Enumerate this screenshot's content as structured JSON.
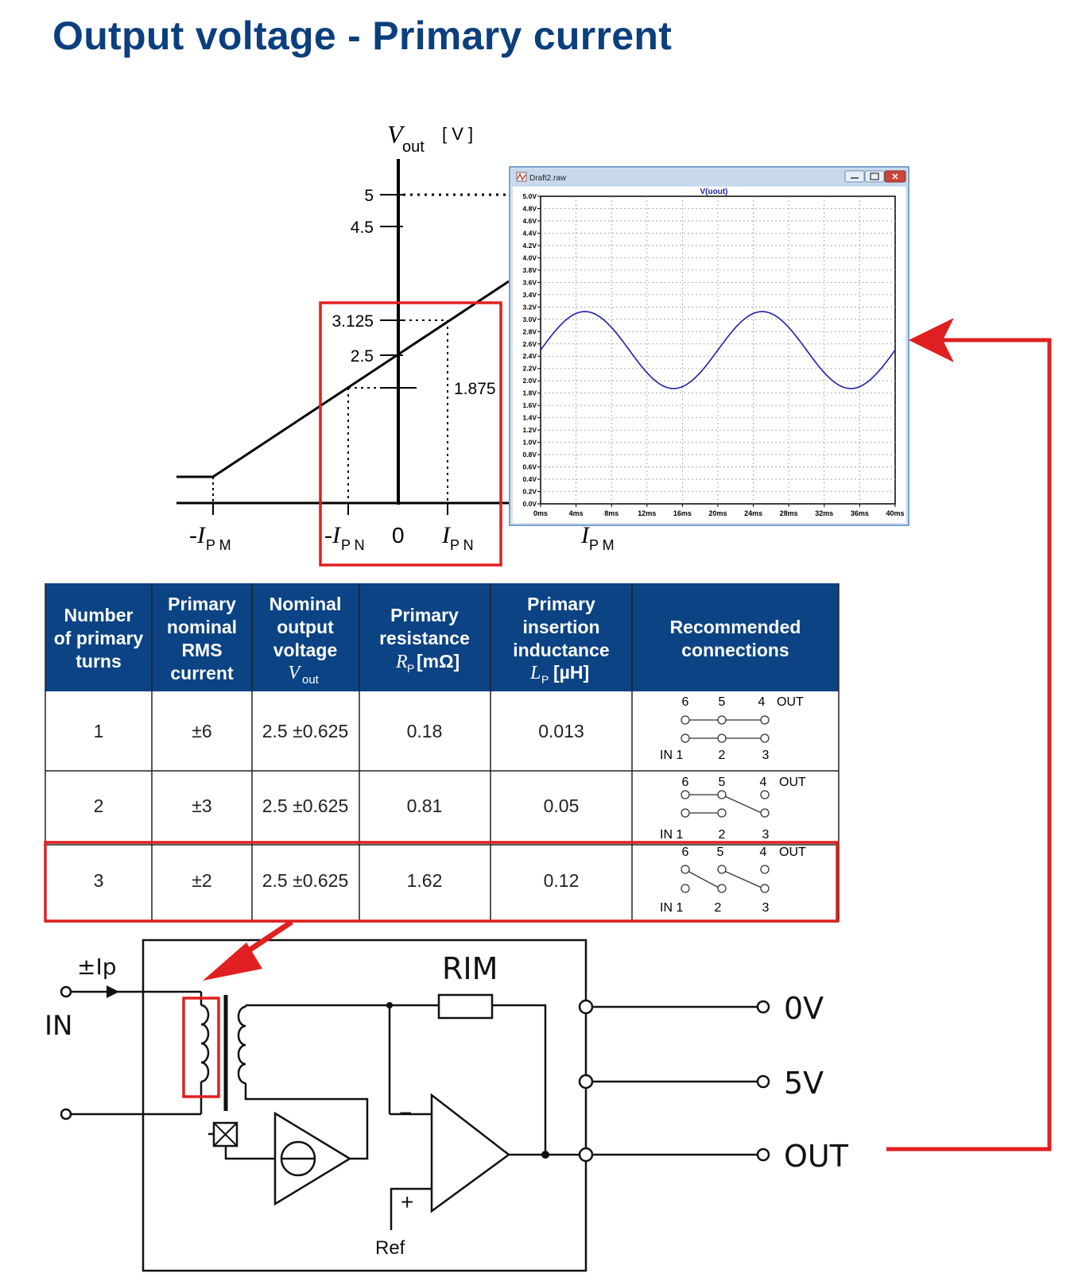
{
  "title": "Output voltage - Primary current",
  "transfer_graph": {
    "y_axis_symbol": "V",
    "y_axis_sub": "out",
    "y_axis_unit": "[ V ]",
    "y_ticks": [
      "5",
      "4.5",
      "3.125",
      "2.5"
    ],
    "annotation_value": "1.875",
    "x_labels": [
      {
        "symbol": "-I",
        "sub": "P M"
      },
      {
        "symbol": "-I",
        "sub": "P N"
      },
      {
        "symbol": "0",
        "sub": ""
      },
      {
        "symbol": "I",
        "sub": "P N"
      },
      {
        "symbol": "I",
        "sub": "P M"
      }
    ]
  },
  "sim_window": {
    "title": "Draft2.raw",
    "trace_label": "V(uout)",
    "accent": "#1f1fa0",
    "y_tick_labels": [
      "5.0V",
      "4.8V",
      "4.6V",
      "4.4V",
      "4.2V",
      "4.0V",
      "3.8V",
      "3.6V",
      "3.4V",
      "3.2V",
      "3.0V",
      "2.8V",
      "2.6V",
      "2.4V",
      "2.2V",
      "2.0V",
      "1.8V",
      "1.6V",
      "1.4V",
      "1.2V",
      "1.0V",
      "0.8V",
      "0.6V",
      "0.4V",
      "0.2V",
      "0.0V"
    ],
    "x_tick_labels": [
      "0ms",
      "4ms",
      "8ms",
      "12ms",
      "16ms",
      "20ms",
      "24ms",
      "28ms",
      "32ms",
      "36ms",
      "40ms"
    ],
    "waveform": {
      "offset_v": 2.5,
      "amplitude_v": 0.625,
      "period_ms": 20,
      "start_ms": 0,
      "end_ms": 40
    }
  },
  "table": {
    "header_color": "#0b4384",
    "highlight_color": "#e02020",
    "headers": [
      [
        "Number",
        "of primary",
        "turns"
      ],
      [
        "Primary",
        "nominal",
        "RMS",
        "current"
      ],
      [
        "Nominal",
        "output",
        "voltage"
      ],
      [
        "Primary",
        "resistance"
      ],
      [
        "Primary",
        "insertion",
        "inductance"
      ],
      [
        "Recommended",
        "connections"
      ]
    ],
    "header_symbols": {
      "vout": {
        "symbol": "V",
        "sub": "out"
      },
      "rp": {
        "symbol": "R",
        "sub": "P",
        "unit": "[mΩ]"
      },
      "lp": {
        "symbol": "L",
        "sub": "P",
        "unit": "[µH]"
      }
    },
    "rows": [
      {
        "turns": "1",
        "current": "±6",
        "voltage": "2.5 ±0.625",
        "resistance": "0.18",
        "inductance": "0.013"
      },
      {
        "turns": "2",
        "current": "±3",
        "voltage": "2.5 ±0.625",
        "resistance": "0.81",
        "inductance": "0.05"
      },
      {
        "turns": "3",
        "current": "±2",
        "voltage": "2.5 ±0.625",
        "resistance": "1.62",
        "inductance": "0.12"
      }
    ],
    "connection_labels": {
      "top": [
        "6",
        "5",
        "4",
        "OUT"
      ],
      "bottom": [
        "IN 1",
        "2",
        "3"
      ]
    }
  },
  "schematic": {
    "input_current": "±Ip",
    "input_label": "IN",
    "resistor_label": "RIM",
    "minus_sign": "−",
    "plus_sign": "+",
    "ref_label": "Ref",
    "outputs": [
      "0V",
      "5V",
      "OUT"
    ]
  }
}
